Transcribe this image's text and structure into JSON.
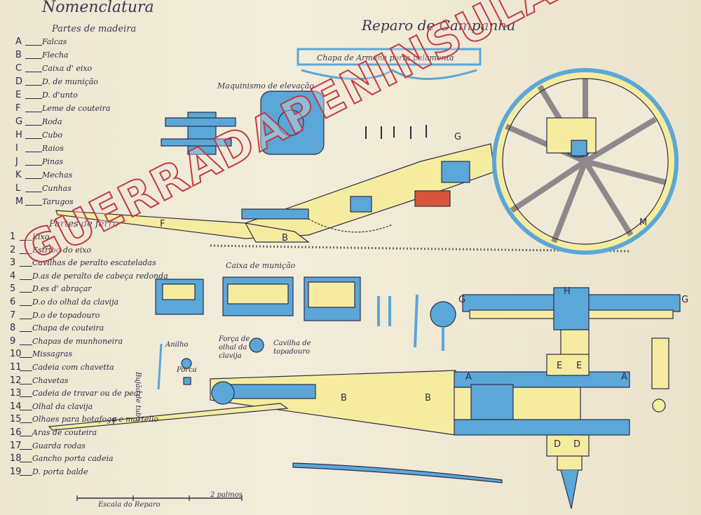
{
  "titles": {
    "nomenclature": "Nomenclatura",
    "wood_parts": "Partes de madeira",
    "iron_parts": "Partes de ferro",
    "main": "Reparo de Campanha",
    "plate": "Chapa de Armena porta palamenta",
    "elevation": "Maquinismo de elevação",
    "box": "Caixa de munição",
    "scale": "Escala do Reparo",
    "palmos": "2 palmos"
  },
  "wood_legend": [
    {
      "key": "A",
      "label": "Falcas"
    },
    {
      "key": "B",
      "label": "Flecha"
    },
    {
      "key": "C",
      "label": "Caixa d' eixo"
    },
    {
      "key": "D",
      "label": "D. de munição"
    },
    {
      "key": "E",
      "label": "D. d'unto"
    },
    {
      "key": "F",
      "label": "Leme de couteira"
    },
    {
      "key": "G",
      "label": "Roda"
    },
    {
      "key": "H",
      "label": "Cubo"
    },
    {
      "key": "I",
      "label": "Raios"
    },
    {
      "key": "J",
      "label": "Pinas"
    },
    {
      "key": "K",
      "label": "Mechas"
    },
    {
      "key": "L",
      "label": "Cunhas"
    },
    {
      "key": "M",
      "label": "Tarugos"
    }
  ],
  "iron_legend": [
    {
      "key": "1",
      "label": "Eixo"
    },
    {
      "key": "2",
      "label": "Estribo do eixo"
    },
    {
      "key": "3",
      "label": "Cavilhas de peralto escateladas"
    },
    {
      "key": "4",
      "label": "D.as de peralto de cabeça redonda"
    },
    {
      "key": "5",
      "label": "D.es d' abraçar"
    },
    {
      "key": "6",
      "label": "D.o do olhal da clavija"
    },
    {
      "key": "7",
      "label": "D.o de topadouro"
    },
    {
      "key": "8",
      "label": "Chapa de couteira"
    },
    {
      "key": "9",
      "label": "Chapas de munhoneira"
    },
    {
      "key": "10",
      "label": "Missagras"
    },
    {
      "key": "11",
      "label": "Cadeia com chavetta"
    },
    {
      "key": "12",
      "label": "Chavetas"
    },
    {
      "key": "13",
      "label": "Cadeia de travar ou de pear"
    },
    {
      "key": "14",
      "label": "Olhal da clavija"
    },
    {
      "key": "15",
      "label": "Olhaes para botafogo e martello"
    },
    {
      "key": "16",
      "label": "Aras de couteira"
    },
    {
      "key": "17",
      "label": "Guarda rodas"
    },
    {
      "key": "18",
      "label": "Gancho porta cadeia"
    },
    {
      "key": "19",
      "label": "D. porta balde"
    }
  ],
  "parts_labels": {
    "anilho": "Anilho",
    "porca": "Porca",
    "forca": "Força de olhal da clavija",
    "cavilha": "Cavilha de topadouro",
    "bujao": "Bujão de tubo"
  },
  "watermark": "GUERRADAPENINSULA.MARR",
  "colors": {
    "wood": "#f6eca0",
    "iron": "#5aa7d8",
    "ink": "#2f2a45",
    "red": "#d8553a"
  }
}
